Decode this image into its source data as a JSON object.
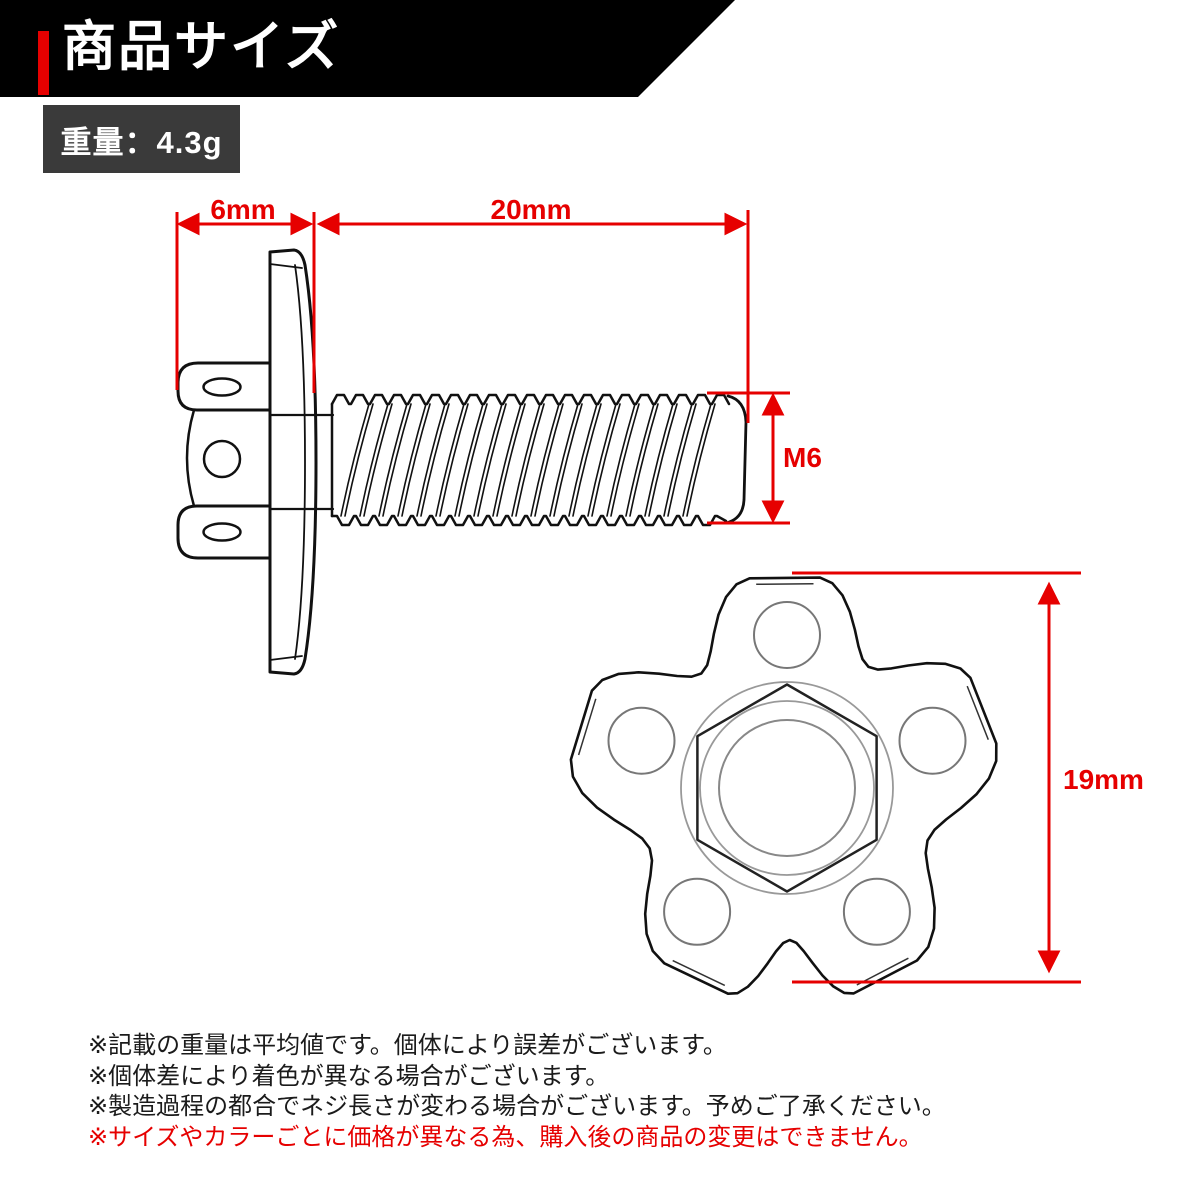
{
  "header": {
    "title": "商品サイズ"
  },
  "weight": {
    "label": "重量：4.3g"
  },
  "dimensions": {
    "head_width": "6mm",
    "thread_length": "20mm",
    "thread_size": "M6",
    "flange_diameter": "19mm"
  },
  "notes": [
    {
      "text": "※記載の重量は平均値です。個体により誤差がございます。",
      "color": "black"
    },
    {
      "text": "※個体差により着色が異なる場合がございます。",
      "color": "black"
    },
    {
      "text": "※製造過程の都合でネジ長さが変わる場合がございます。予めご了承ください。",
      "color": "black"
    },
    {
      "text": "※サイズやカラーごとに価格が異なる為、購入後の商品の変更はできません。",
      "color": "red"
    }
  ],
  "colors": {
    "accent_red": "#e60000",
    "banner_bg": "#000000",
    "weight_box_bg": "#3a3a3a",
    "line_art": "#111111"
  }
}
